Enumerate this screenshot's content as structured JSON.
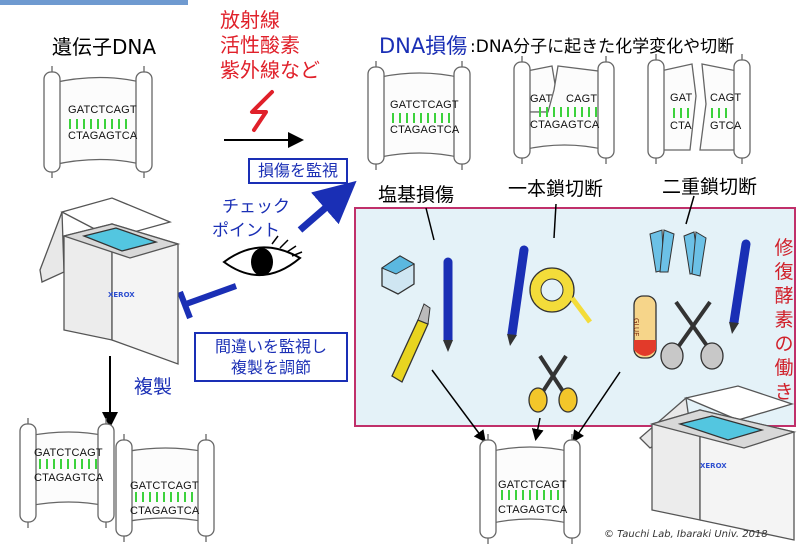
{
  "labels": {
    "gene_dna": "遺伝子DNA",
    "causes": [
      "放射線",
      "活性酸素",
      "紫外線など"
    ],
    "damage_title": "DNA損傷",
    "damage_desc": ":DNA分子に起きた化学変化や切断",
    "monitor_damage": "損傷を監視",
    "checkpoint": [
      "チェック",
      "ポイント"
    ],
    "monitor_errors": [
      "間違いを監視し",
      "複製を調節"
    ],
    "replication": "複製",
    "base_damage": "塩基損傷",
    "single_strand": "一本鎖切断",
    "double_strand": "二重鎖切断",
    "repair_enzyme": [
      "修",
      "復",
      "酵",
      "素",
      "の",
      "働",
      "き"
    ],
    "copyright": "© Tauchi Lab, Ibaraki Univ. 2018"
  },
  "sequences": {
    "full_top": "GATCTCAGT",
    "full_bottom": "CTAGAGTCA",
    "damaged_top": "GATCTCAGT",
    "damaged_bottom": "CTAGAGTCA",
    "single_top_left": "GAT",
    "single_top_right": "CAGT",
    "single_bottom": "CTAGAGTCA",
    "double_top_left": "GAT",
    "double_top_right": "CAGT",
    "double_bottom_left": "CTA",
    "double_bottom_right": "GTCA"
  },
  "tools": {
    "copier_brand": "XEROX",
    "glue_label": "GLUE"
  },
  "colors": {
    "blue": "#1a2fb5",
    "red": "#e0202a",
    "repair_panel_bg": "#e4f2f8",
    "repair_panel_border": "#c0306a",
    "base_pair_ticks": "#3cd23c"
  }
}
